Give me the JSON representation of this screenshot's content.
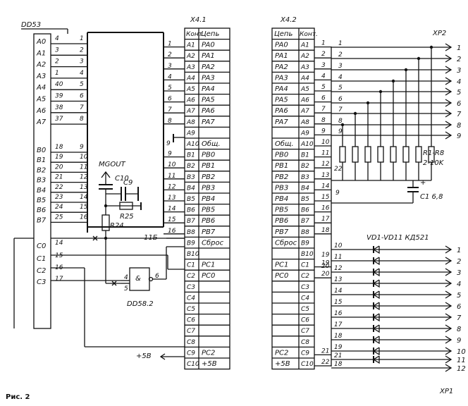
{
  "caption": "Рис. 2",
  "dd53": {
    "name": "DD53",
    "address_pins": [
      {
        "label": "A0",
        "in": "4",
        "out": "1"
      },
      {
        "label": "A1",
        "in": "3",
        "out": "2"
      },
      {
        "label": "A2",
        "in": "2",
        "out": "3"
      },
      {
        "label": "A3",
        "in": "1",
        "out": "4"
      },
      {
        "label": "A4",
        "in": "40",
        "out": "5"
      },
      {
        "label": "A5",
        "in": "39",
        "out": "6"
      },
      {
        "label": "A6",
        "in": "38",
        "out": "7"
      },
      {
        "label": "A7",
        "in": "37",
        "out": "8"
      }
    ],
    "b_pins": [
      {
        "label": "B0",
        "in": "18",
        "out": "9"
      },
      {
        "label": "B1",
        "in": "19",
        "out": "10"
      },
      {
        "label": "B2",
        "in": "20",
        "out": "11"
      },
      {
        "label": "B3",
        "in": "21",
        "out": "12"
      },
      {
        "label": "B4",
        "in": "22",
        "out": "13"
      },
      {
        "label": "B5",
        "in": "23",
        "out": "14"
      },
      {
        "label": "B6",
        "in": "24",
        "out": "15"
      },
      {
        "label": "B7",
        "in": "25",
        "out": "16"
      }
    ],
    "c_pins": [
      {
        "label": "C0",
        "pin": "14"
      },
      {
        "label": "C1",
        "pin": "15"
      },
      {
        "label": "C2",
        "pin": "16"
      },
      {
        "label": "C3",
        "pin": "17"
      }
    ]
  },
  "x41": {
    "title": "X4.1",
    "header_contact": "Конт.",
    "header_circuit": "Цепь",
    "rows": [
      {
        "n": "1",
        "contact": "A1",
        "circuit": "PA0"
      },
      {
        "n": "2",
        "contact": "A2",
        "circuit": "PA1"
      },
      {
        "n": "3",
        "contact": "A3",
        "circuit": "PA2"
      },
      {
        "n": "4",
        "contact": "A4",
        "circuit": "PA3"
      },
      {
        "n": "5",
        "contact": "A5",
        "circuit": "PA4"
      },
      {
        "n": "6",
        "contact": "A6",
        "circuit": "PA5"
      },
      {
        "n": "7",
        "contact": "A7",
        "circuit": "PA6"
      },
      {
        "n": "8",
        "contact": "A8",
        "circuit": "PA7"
      },
      {
        "n": "",
        "contact": "A9",
        "circuit": ""
      },
      {
        "n": "",
        "contact": "A10",
        "circuit": "Общ."
      },
      {
        "n": "9",
        "contact": "B1",
        "circuit": "PB0"
      },
      {
        "n": "10",
        "contact": "B2",
        "circuit": "PB1"
      },
      {
        "n": "11",
        "contact": "B3",
        "circuit": "PB2"
      },
      {
        "n": "12",
        "contact": "B4",
        "circuit": "PB3"
      },
      {
        "n": "13",
        "contact": "B5",
        "circuit": "PB4"
      },
      {
        "n": "14",
        "contact": "B6",
        "circuit": "PB5"
      },
      {
        "n": "15",
        "contact": "B7",
        "circuit": "PB6"
      },
      {
        "n": "16",
        "contact": "B8",
        "circuit": "PB7"
      },
      {
        "n": "",
        "contact": "B9",
        "circuit": "Сброс"
      },
      {
        "n": "",
        "contact": "B10",
        "circuit": ""
      },
      {
        "n": "",
        "contact": "C1",
        "circuit": "PC1"
      },
      {
        "n": "",
        "contact": "C2",
        "circuit": "PC0"
      },
      {
        "n": "",
        "contact": "C3",
        "circuit": ""
      },
      {
        "n": "",
        "contact": "C4",
        "circuit": ""
      },
      {
        "n": "",
        "contact": "C5",
        "circuit": ""
      },
      {
        "n": "",
        "contact": "C6",
        "circuit": ""
      },
      {
        "n": "",
        "contact": "C7",
        "circuit": ""
      },
      {
        "n": "",
        "contact": "C8",
        "circuit": ""
      },
      {
        "n": "",
        "contact": "C9",
        "circuit": "PC2"
      },
      {
        "n": "",
        "contact": "C10",
        "circuit": "+5B"
      }
    ]
  },
  "x42": {
    "title": "X4.2",
    "header_circuit": "Цепь",
    "header_contact": "Конт.",
    "rows": [
      {
        "circuit": "PA0",
        "contact": "A1",
        "n": "1"
      },
      {
        "circuit": "PA1",
        "contact": "A2",
        "n": "2"
      },
      {
        "circuit": "PA2",
        "contact": "A3",
        "n": "3"
      },
      {
        "circuit": "PA3",
        "contact": "A4",
        "n": "4"
      },
      {
        "circuit": "PA4",
        "contact": "A5",
        "n": "5"
      },
      {
        "circuit": "PA5",
        "contact": "A6",
        "n": "6"
      },
      {
        "circuit": "PA6",
        "contact": "A7",
        "n": "7"
      },
      {
        "circuit": "PA7",
        "contact": "A8",
        "n": "8"
      },
      {
        "circuit": "",
        "contact": "A9",
        "n": "9"
      },
      {
        "circuit": "Общ.",
        "contact": "A10",
        "n": "10"
      },
      {
        "circuit": "PB0",
        "contact": "B1",
        "n": "11"
      },
      {
        "circuit": "PB1",
        "contact": "B2",
        "n": "12"
      },
      {
        "circuit": "PB2",
        "contact": "B3",
        "n": "13"
      },
      {
        "circuit": "PB3",
        "contact": "B4",
        "n": "14"
      },
      {
        "circuit": "PB4",
        "contact": "B5",
        "n": "15"
      },
      {
        "circuit": "PB5",
        "contact": "B6",
        "n": "16"
      },
      {
        "circuit": "PB6",
        "contact": "B7",
        "n": "17"
      },
      {
        "circuit": "PB7",
        "contact": "B8",
        "n": "18"
      },
      {
        "circuit": "Сброс",
        "contact": "B9",
        "n": ""
      },
      {
        "circuit": "",
        "contact": "B10",
        "n": ""
      },
      {
        "circuit": "PC1",
        "contact": "C1",
        "n": "19"
      },
      {
        "circuit": "PC0",
        "contact": "C2",
        "n": "20"
      },
      {
        "circuit": "",
        "contact": "C3",
        "n": ""
      },
      {
        "circuit": "",
        "contact": "C4",
        "n": ""
      },
      {
        "circuit": "",
        "contact": "C5",
        "n": ""
      },
      {
        "circuit": "",
        "contact": "C6",
        "n": ""
      },
      {
        "circuit": "",
        "contact": "C7",
        "n": ""
      },
      {
        "circuit": "",
        "contact": "C8",
        "n": ""
      },
      {
        "circuit": "PC2",
        "contact": "C9",
        "n": "21"
      },
      {
        "circuit": "+5B",
        "contact": "C10",
        "n": "22"
      }
    ]
  },
  "xp2": {
    "title": "XP2",
    "line_numbers": [
      "1",
      "2",
      "3",
      "4",
      "5",
      "6",
      "7",
      "8",
      "9"
    ],
    "pin_labels": [
      "1",
      "2",
      "3",
      "4",
      "5",
      "6",
      "7",
      "8",
      "9"
    ]
  },
  "xp1": {
    "title": "XP1",
    "line_numbers": [
      "10",
      "11",
      "12",
      "13",
      "14",
      "15",
      "16",
      "17",
      "18",
      "19",
      "21",
      "18"
    ],
    "pin_labels": [
      "1",
      "2",
      "3",
      "4",
      "5",
      "6",
      "7",
      "8",
      "9",
      "10",
      "11",
      "12"
    ]
  },
  "labels": {
    "mgout": "MGOUT",
    "c10": "C10",
    "c9": "C9",
    "r25": "R25",
    "r24": "R24",
    "dd582": "DD58.2",
    "gate_symbol": "&",
    "gate_pin4": "4",
    "gate_pin5": "5",
    "gate_pin6": "6",
    "net_11b": "11Б",
    "plus5": "+5B",
    "pin_9_label": "9",
    "r_range_1": "R1-R8",
    "r_range_2": "2-10K",
    "c1": "C1 6,8",
    "vd": "VD1-VD11 КД521",
    "net_22": "22",
    "net_9": "9",
    "plus_sign": "+"
  }
}
